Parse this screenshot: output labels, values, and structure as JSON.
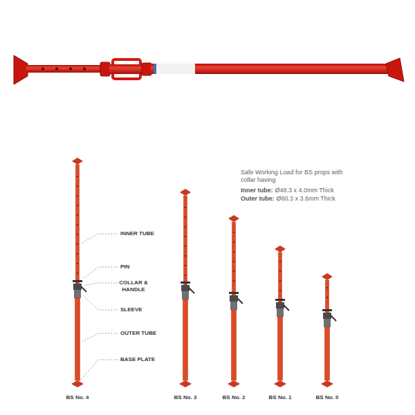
{
  "diagram": {
    "labels": [
      "Safe Working Load for BS props with collar having",
      "Inner tube:",
      "Ø48.3 x 4.0mm Thick",
      "Outer tube:",
      "Ø60.3 x 3.6mm Thick",
      "INNER TUBE",
      "PIN",
      "COLLAR & HANDLE",
      "SLEEVE",
      "OUTER TUBE",
      "BASE PLATE",
      "BS No. 4",
      "BS No. 3",
      "BS No. 2",
      "BS No. 1",
      "BS No. 0"
    ]
  }
}
